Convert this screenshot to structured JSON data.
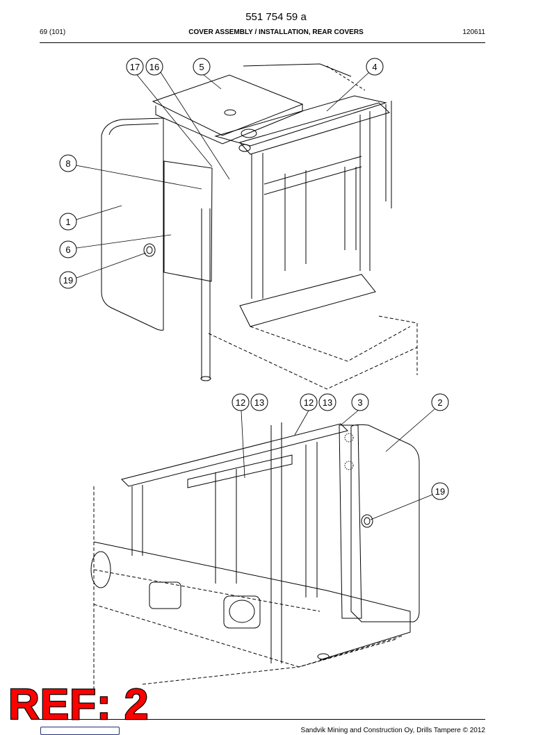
{
  "header": {
    "doc_number": "551 754 59 a",
    "page_ref": "69 (101)",
    "title": "COVER ASSEMBLY / INSTALLATION, REAR COVERS",
    "date": "120611"
  },
  "figures": {
    "upper": {
      "callouts": [
        "17",
        "16",
        "5",
        "4",
        "8",
        "1",
        "6",
        "19"
      ]
    },
    "lower": {
      "callouts": [
        "12",
        "13",
        "12",
        "13",
        "3",
        "2",
        "19"
      ]
    }
  },
  "stamp": {
    "label": "REF: 2",
    "color": "#ff0000"
  },
  "footer": {
    "copyright": "Sandvik Mining and Construction Oy, Drills Tampere © 2012"
  }
}
